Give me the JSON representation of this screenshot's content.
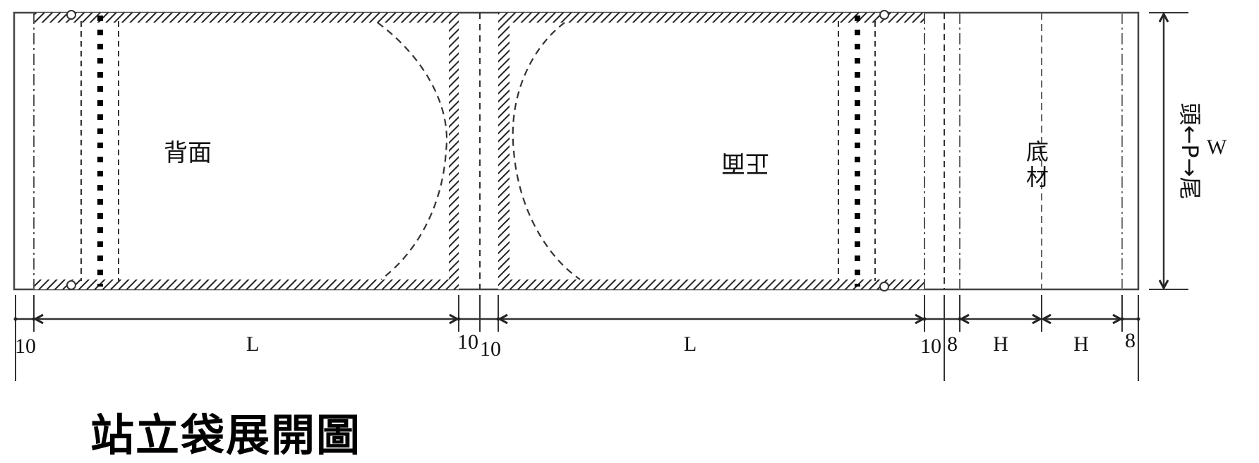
{
  "caption": "站立袋展開圖",
  "panels": {
    "back_label": "背面",
    "front_label": "正面",
    "bottom_label_line1": "底",
    "bottom_label_line2": "材"
  },
  "right_dimension": {
    "width_label": "W",
    "direction_label": "頭←P→尾",
    "head": "頭",
    "pitch": "P",
    "tail": "尾",
    "arrow_left": "←",
    "arrow_right": "→"
  },
  "bottom_dimensions": [
    {
      "label": "10"
    },
    {
      "label": "L"
    },
    {
      "label": "10"
    },
    {
      "label": "10"
    },
    {
      "label": "L"
    },
    {
      "label": "10"
    },
    {
      "label": "8"
    },
    {
      "label": "H"
    },
    {
      "label": "H"
    },
    {
      "label": "8"
    }
  ],
  "colors": {
    "line": "#333333",
    "hatch": "#222222",
    "background": "#ffffff"
  }
}
